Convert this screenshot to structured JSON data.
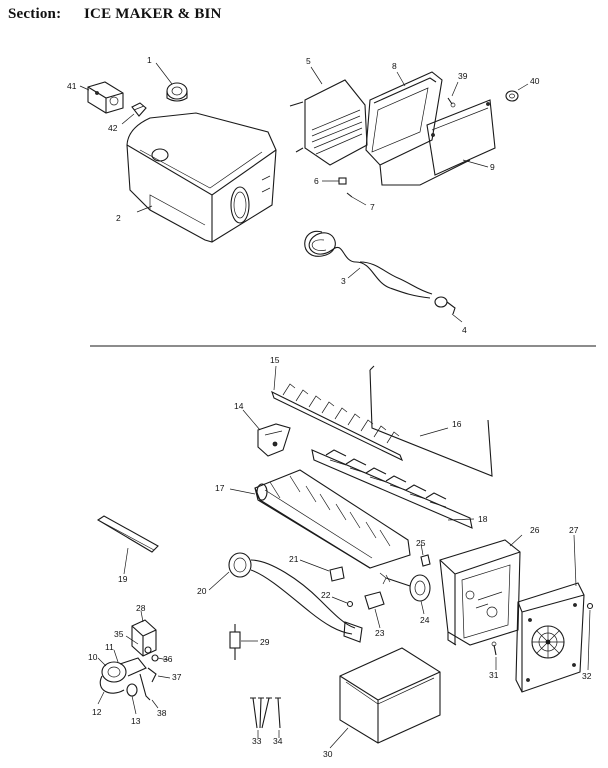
{
  "header": {
    "label": "Section:",
    "value": "ICE MAKER & BIN"
  },
  "callouts": [
    "1",
    "2",
    "3",
    "4",
    "5",
    "6",
    "7",
    "8",
    "9",
    "10",
    "11",
    "12",
    "13",
    "14",
    "15",
    "16",
    "17",
    "18",
    "19",
    "20",
    "21",
    "22",
    "23",
    "24",
    "25",
    "26",
    "27",
    "28",
    "29",
    "30",
    "31",
    "32",
    "33",
    "34",
    "35",
    "36",
    "37",
    "38",
    "39",
    "40",
    "41",
    "42"
  ]
}
